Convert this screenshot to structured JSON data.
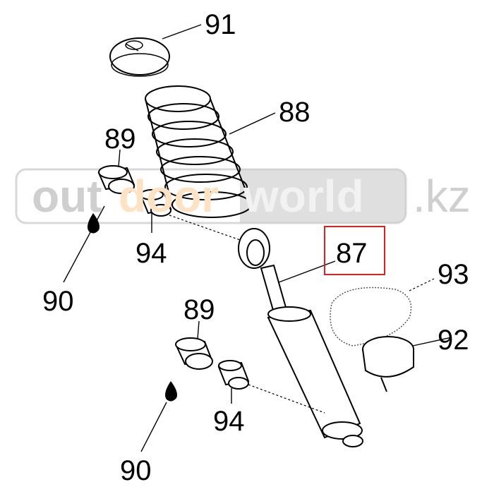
{
  "parts": {
    "p91": "91",
    "p88": "88",
    "p89_top": "89",
    "p94_top": "94",
    "p90_top": "90",
    "p87": "87",
    "p93": "93",
    "p92": "92",
    "p89_bottom": "89",
    "p94_bottom": "94",
    "p90_bottom": "90"
  },
  "watermark": {
    "part1": "out",
    "part2": "door",
    "part3": "world",
    "suffix": ".kz"
  },
  "colors": {
    "highlight": "#e02020",
    "watermark_gray": "#c8c8c8",
    "watermark_orange": "#fde3c4"
  }
}
